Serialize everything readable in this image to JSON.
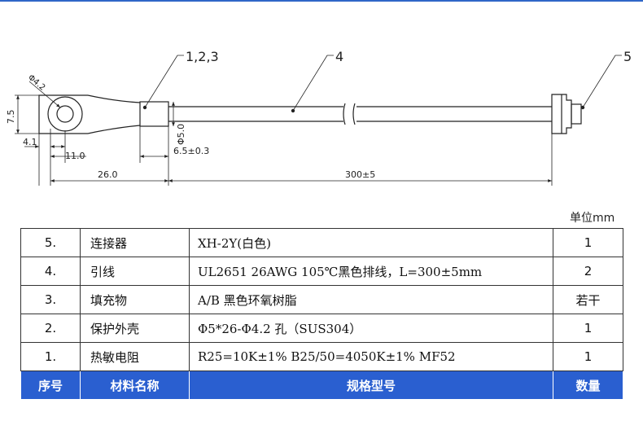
{
  "callouts": {
    "c1": "1,2,3",
    "c4": "4",
    "c5": "5"
  },
  "dimensions": {
    "phi": "Φ4.2",
    "height": "7.5",
    "d41": "4.1",
    "d110": "11.0",
    "d260": "26.0",
    "d65": "6.5±0.3",
    "d50": "Φ5.0",
    "d300": "300±5"
  },
  "unit_label": "单位mm",
  "table": {
    "rows": [
      {
        "no": "5.",
        "name": "连接器",
        "spec": "XH-2Y(白色)",
        "qty": "1"
      },
      {
        "no": "4.",
        "name": "引线",
        "spec": "UL2651 26AWG 105℃黑色排线，L=300±5mm",
        "qty": "2"
      },
      {
        "no": "3.",
        "name": "填充物",
        "spec": "A/B 黑色环氧树脂",
        "qty": "若干"
      },
      {
        "no": "2.",
        "name": "保护外壳",
        "spec": "Φ5*26-Φ4.2 孔（SUS304）",
        "qty": "1"
      },
      {
        "no": "1.",
        "name": "热敏电阻",
        "spec": "R25=10K±1%    B25/50=4050K±1%   MF52",
        "qty": "1"
      }
    ],
    "header": {
      "no": "序号",
      "name": "材料名称",
      "spec": "规格型号",
      "qty": "数量"
    }
  },
  "colors": {
    "accent": "#2a5fd0"
  }
}
